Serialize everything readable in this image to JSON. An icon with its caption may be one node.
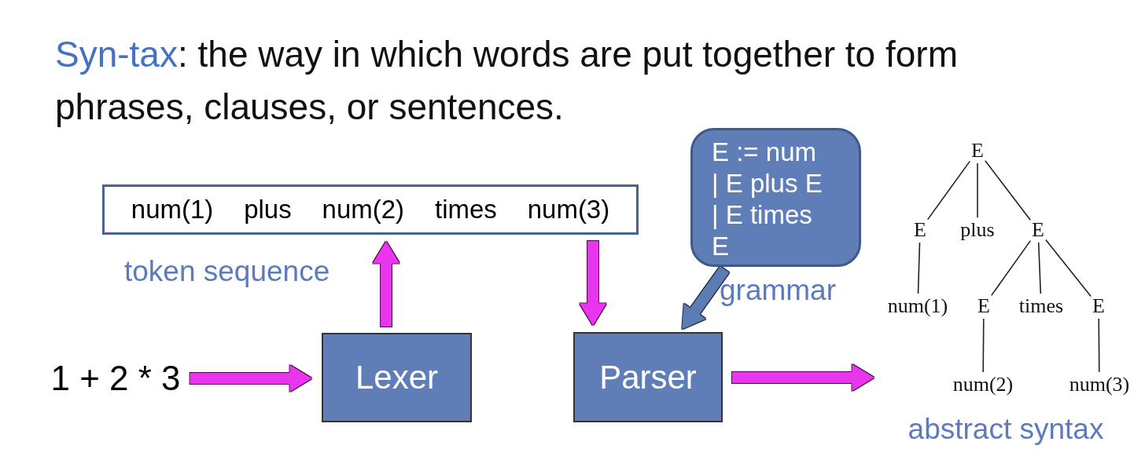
{
  "diagram": {
    "title": "Syn-tax: the way in which words are put together to form phrases, clauses, or sentences.",
    "nodes": [
      {
        "text": [
          "1 + 2 * 3"
        ]
      },
      {
        "text": [
          "Lexer"
        ]
      },
      {
        "text": [
          "num(1) plus num(2) times num(3)"
        ],
        "beside": [
          "token sequence"
        ]
      },
      {
        "text": [
          "Parser"
        ]
      },
      {
        "text": [
          "E := num | E plus E | E times E"
        ],
        "beside": [
          "grammar"
        ]
      },
      {
        "text": [
          "E"
        ]
      },
      {
        "text": [
          "E"
        ]
      },
      {
        "text": [
          "plus"
        ]
      },
      {
        "text": [
          "E"
        ]
      },
      {
        "text": [
          "num(1)"
        ]
      },
      {
        "text": [
          "E"
        ]
      },
      {
        "text": [
          "times"
        ]
      },
      {
        "text": [
          "E"
        ]
      },
      {
        "text": [
          "num(2)"
        ]
      },
      {
        "text": [
          "num(3)"
        ]
      }
    ],
    "edges": [
      {
        "from": 0,
        "to": 1,
        "arrow": "to",
        "style": "thick",
        "color": "#e935ee"
      },
      {
        "from": 1,
        "to": 2,
        "arrow": "to",
        "style": "thick",
        "color": "#e935ee"
      },
      {
        "from": 2,
        "to": 3,
        "arrow": "to",
        "style": "thick",
        "color": "#e935ee"
      },
      {
        "from": 4,
        "to": 3,
        "arrow": "to",
        "style": "thick",
        "color": "#5b7bb6"
      },
      {
        "from": 3,
        "to": null,
        "arrow": "to",
        "style": "thick",
        "color": "#e935ee"
      },
      {
        "from": 5,
        "to": 6,
        "arrow": "none"
      },
      {
        "from": 5,
        "to": 7,
        "arrow": "none"
      },
      {
        "from": 5,
        "to": 8,
        "arrow": "none"
      },
      {
        "from": 6,
        "to": 9,
        "arrow": "none"
      },
      {
        "from": 8,
        "to": 10,
        "arrow": "none"
      },
      {
        "from": 8,
        "to": 11,
        "arrow": "none"
      },
      {
        "from": 8,
        "to": 12,
        "arrow": "none"
      },
      {
        "from": 10,
        "to": 13,
        "arrow": "none"
      },
      {
        "from": 12,
        "to": 14,
        "arrow": "none"
      }
    ],
    "labels": [
      "abstract syntax"
    ]
  }
}
